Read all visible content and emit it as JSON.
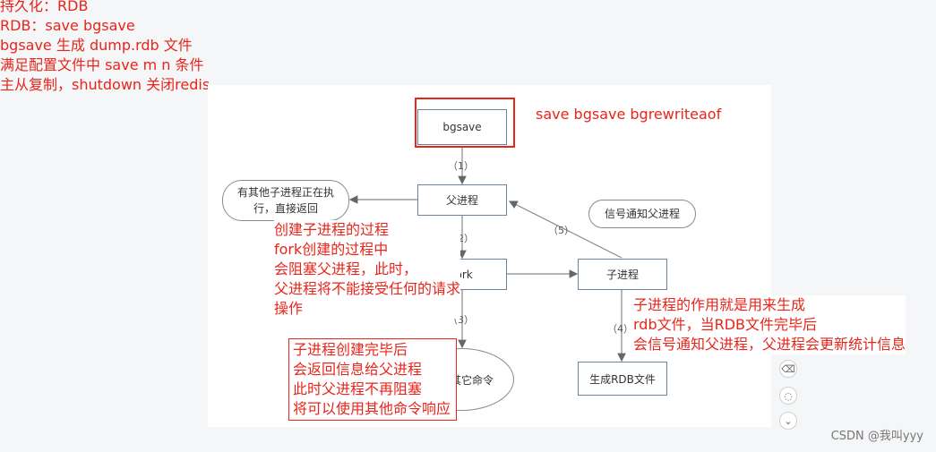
{
  "notes": [
    "持久化：RDB",
    "RDB：save bgsave",
    "bgsave 生成 dump.rdb 文件",
    "满足配置文件中 save m n 条件",
    "主从复制，shutdown 关闭redis"
  ],
  "diagram": {
    "bgsave": "bgsave",
    "parent": "父进程",
    "fork": "fork",
    "child": "子进程",
    "other_child_running": "有其他子进程正在执行，直接返回",
    "signal_parent": "信号通知父进程",
    "respond_other": "响应其它命令",
    "generate_rdb": "生成RDB文件",
    "step1": "（1）",
    "step2": "（2）",
    "step3": "（3）",
    "step4": "（4）",
    "step5": "（5）"
  },
  "annotations": {
    "commands": "save bgsave bgrewriteaof",
    "fork_note": [
      "创建子进程的过程",
      "fork创建的过程中",
      "会阻塞父进程，此时，",
      "父进程将不能接受任何的请求",
      "操作"
    ],
    "child_role": [
      "子进程的作用就是用来生成",
      "rdb文件，当RDB文件完毕后",
      "会信号通知父进程，父进程会更新统计信息"
    ],
    "child_done": [
      "子进程创建完毕后",
      "会返回信息给父进程",
      "此时父进程不再阻塞",
      "将可以使用其他命令响应"
    ]
  },
  "watermark": "CSDN @我叫yyy",
  "colors": {
    "annotation": "#e8251b",
    "box_border": "#6c8299"
  }
}
